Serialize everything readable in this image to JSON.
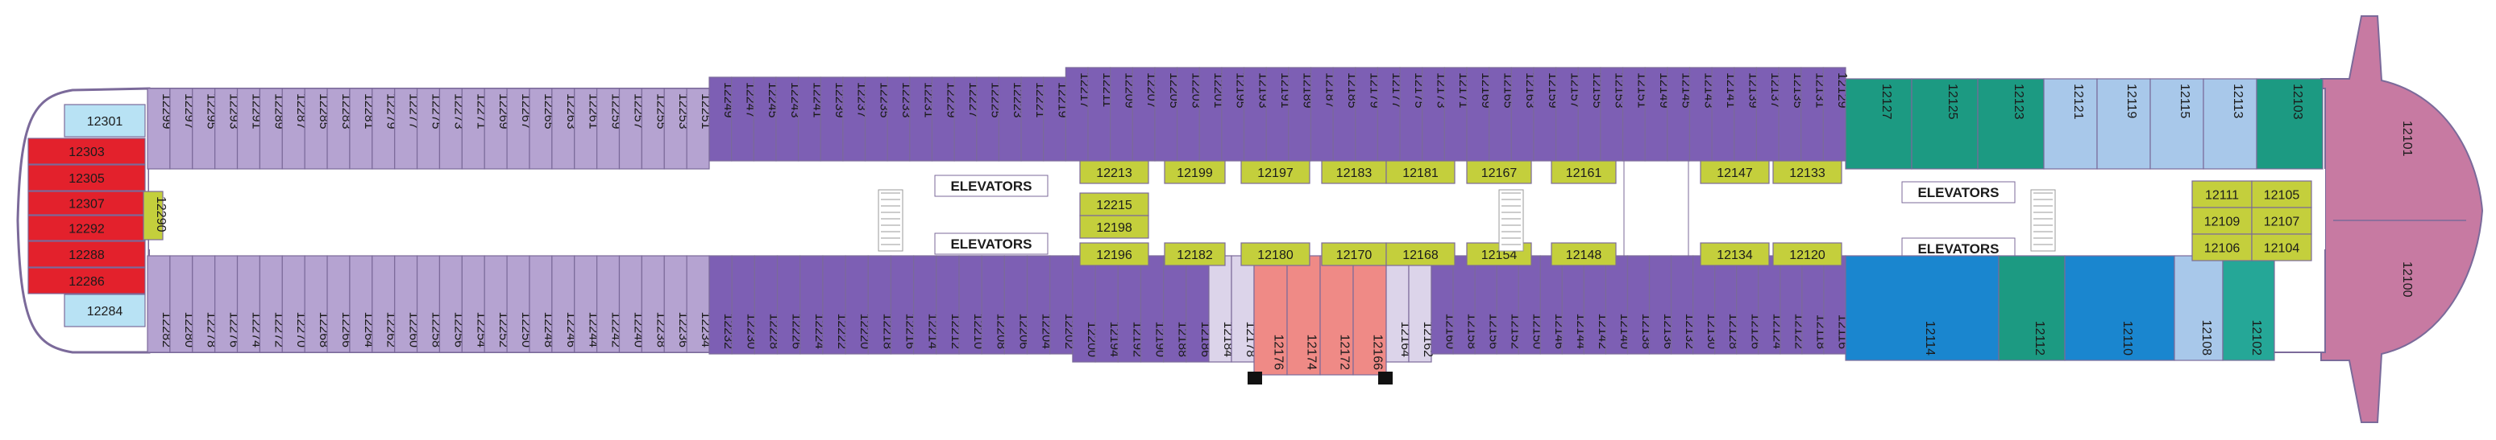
{
  "colors": {
    "outline": "#7b6a9a",
    "corridor": "#ffffff",
    "light_purple": "#b5a3d1",
    "dark_purple": "#7d5fb4",
    "lime": "#c4cf3c",
    "light_blue": "#a8c8ea",
    "sky_blue": "#b8e2f4",
    "blue": "#1a86cf",
    "green": "#1c9a82",
    "teal": "#25a797",
    "red": "#e3212c",
    "salmon": "#ef8a86",
    "pink": "#c77aa2",
    "lavender": "#dcd4ea"
  },
  "elevators": {
    "label": "ELEVATORS"
  },
  "aft": {
    "end_cabins": [
      {
        "label": "12301",
        "style": "sky_blue"
      },
      {
        "label": "12303",
        "style": "red"
      },
      {
        "label": "12305",
        "style": "red"
      },
      {
        "label": "12307",
        "style": "red"
      },
      {
        "label": "12292",
        "style": "red"
      },
      {
        "label": "12288",
        "style": "red"
      },
      {
        "label": "12286",
        "style": "red"
      },
      {
        "label": "12284",
        "style": "sky_blue"
      }
    ],
    "cross_cabin": "12290"
  },
  "top_light": [
    "12299",
    "12297",
    "12295",
    "12293",
    "12291",
    "12289",
    "12287",
    "12285",
    "12283",
    "12281",
    "12279",
    "12277",
    "12275",
    "12273",
    "12271",
    "12269",
    "12267",
    "12265",
    "12263",
    "12261",
    "12259",
    "12257",
    "12255",
    "12253",
    "12251"
  ],
  "top_dark": [
    "12249",
    "12247",
    "12245",
    "12243",
    "12241",
    "12239",
    "12237",
    "12235",
    "12233",
    "12231",
    "12229",
    "12227",
    "12225",
    "12223",
    "12221",
    "12219",
    "12217",
    "12211",
    "12209",
    "12207",
    "12205",
    "12203",
    "12201",
    "12195",
    "12193",
    "12191",
    "12189",
    "12187",
    "12185",
    "12179",
    "12177",
    "12175",
    "12173",
    "12171",
    "12169",
    "12165",
    "12163",
    "12159",
    "12157",
    "12155",
    "12153",
    "12151",
    "12149",
    "12145",
    "12143",
    "12141",
    "12139",
    "12137",
    "12135",
    "12131",
    "12129"
  ],
  "bottom_light": [
    "12282",
    "12280",
    "12278",
    "12276",
    "12274",
    "12272",
    "12270",
    "12268",
    "12266",
    "12264",
    "12262",
    "12260",
    "12258",
    "12256",
    "12254",
    "12252",
    "12250",
    "12248",
    "12246",
    "12244",
    "12242",
    "12240",
    "12238",
    "12236",
    "12234"
  ],
  "bottom_dark_a": [
    "12232",
    "12230",
    "12228",
    "12226",
    "12224",
    "12222",
    "12220",
    "12218",
    "12216",
    "12214",
    "12212",
    "12210",
    "12208",
    "12206",
    "12204",
    "12202",
    "12200",
    "12194",
    "12192",
    "12190",
    "12188",
    "12186"
  ],
  "bottom_small": [
    "12184",
    "12178"
  ],
  "bottom_salmon": [
    "12176",
    "12174",
    "12172",
    "12166"
  ],
  "bottom_small_b": [
    "12164",
    "12162"
  ],
  "bottom_dark_b": [
    "12160",
    "12158",
    "12156",
    "12152",
    "12150",
    "12146",
    "12144",
    "12142",
    "12140",
    "12138",
    "12136",
    "12132",
    "12130",
    "12128",
    "12126",
    "12124",
    "12122",
    "12118",
    "12116"
  ],
  "inner_top": [
    "12213",
    "12199",
    "12197",
    "12183",
    "12181",
    "12167",
    "12161",
    "12147",
    "12133"
  ],
  "inner_mid": [
    "12215",
    "12198"
  ],
  "inner_bottom": [
    "12196",
    "12182",
    "12180",
    "12170",
    "12168",
    "12154",
    "12148",
    "12134",
    "12120"
  ],
  "fwd_top": [
    {
      "label": "12127",
      "style": "green"
    },
    {
      "label": "12125",
      "style": "green"
    },
    {
      "label": "12123",
      "style": "green"
    },
    {
      "label": "12121",
      "style": "light_blue"
    },
    {
      "label": "12119",
      "style": "light_blue"
    },
    {
      "label": "12115",
      "style": "light_blue"
    },
    {
      "label": "12113",
      "style": "light_blue"
    },
    {
      "label": "12103",
      "style": "green"
    }
  ],
  "fwd_bottom": [
    {
      "label": "12114",
      "style": "blue"
    },
    {
      "label": "12112",
      "style": "green"
    },
    {
      "label": "12110",
      "style": "blue"
    },
    {
      "label": "12108",
      "style": "light_blue"
    },
    {
      "label": "12102",
      "style": "teal"
    }
  ],
  "fwd_inner": [
    [
      "12111",
      "12105"
    ],
    [
      "12109",
      "12107"
    ],
    [
      "12106",
      "12104"
    ]
  ],
  "bow": {
    "top": "12101",
    "bottom": "12100"
  }
}
